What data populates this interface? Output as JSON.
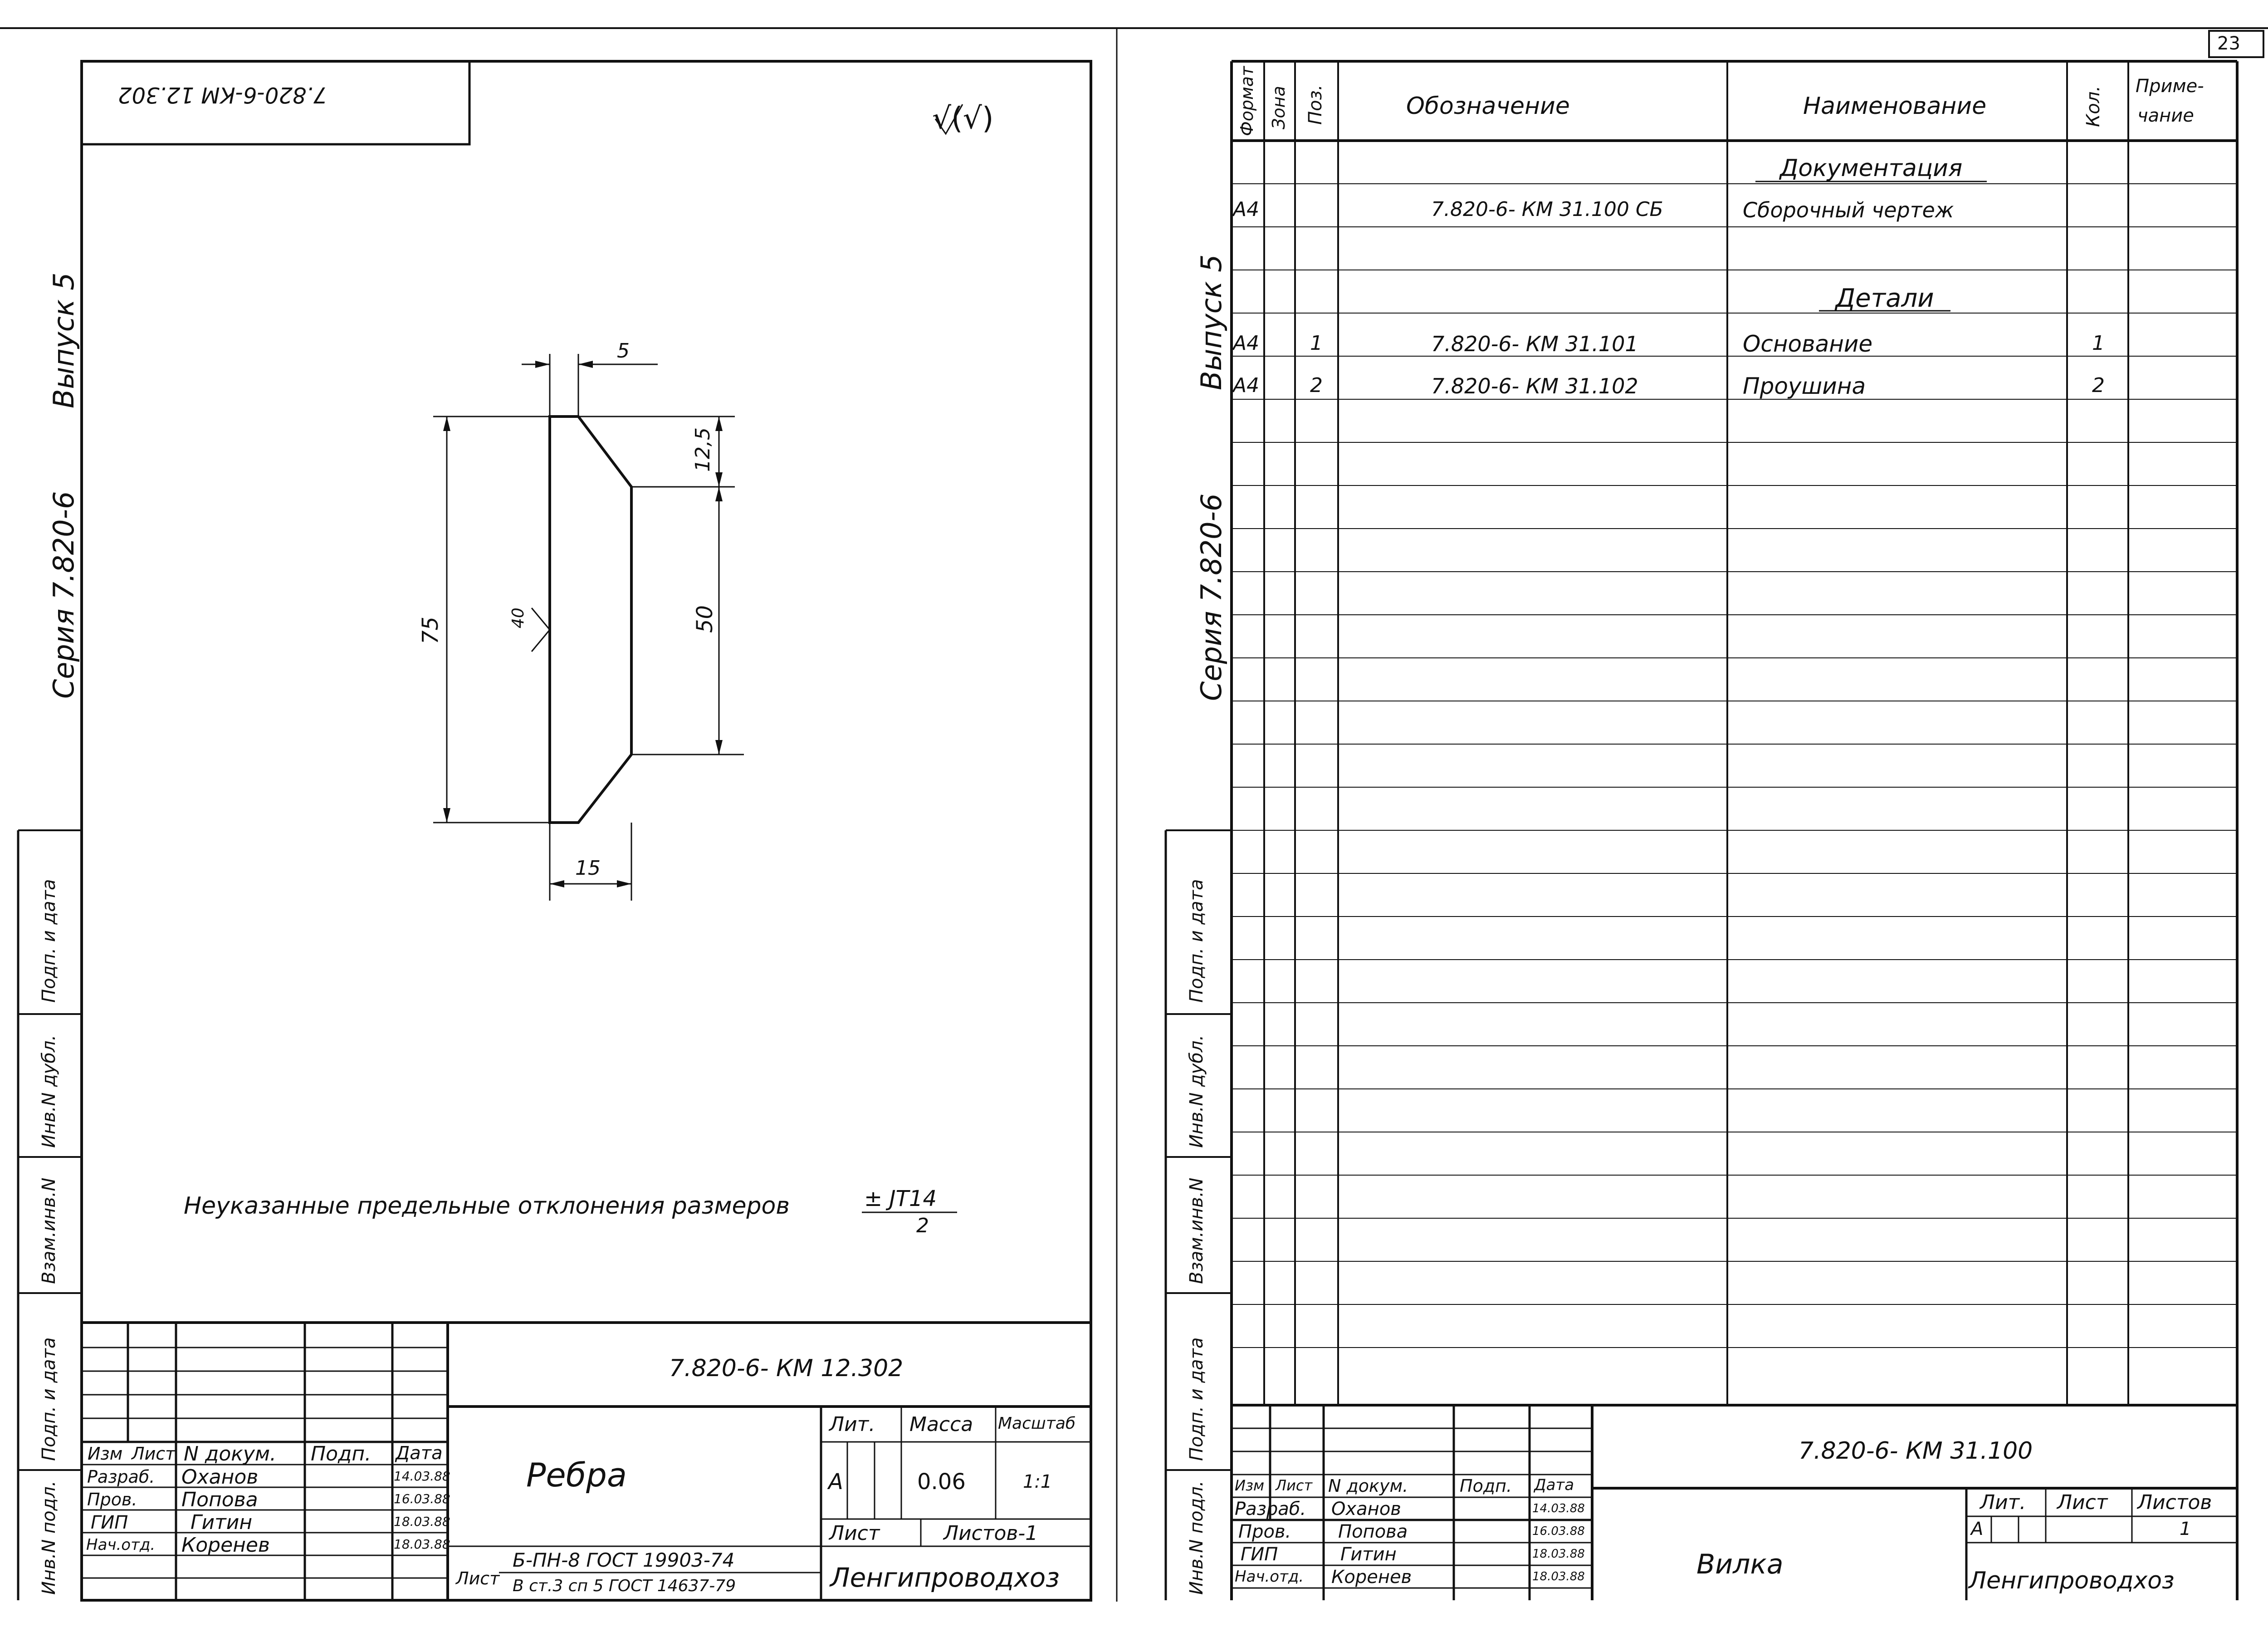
{
  "page_number": "23",
  "left_sheet": {
    "code_flipped": "7.820-6-КМ 12.302",
    "roughness_mark": "√(√)",
    "margin": {
      "series": "Серия 7.820-6",
      "issue": "Выпуск 5",
      "stamp_cols": [
        "Инв.N подл.",
        "Подп. и дата",
        "Взам.инв.N",
        "Инв.N дубл.",
        "Подп. и дата"
      ]
    },
    "dimensions": {
      "d5": "5",
      "d12_5": "12,5",
      "d75": "75",
      "d50": "50",
      "d15": "15",
      "r40": "40"
    },
    "note": "Неуказанные предельные отклонения размеров",
    "tol_num": "± JT14",
    "tol_den": "2",
    "title_block": {
      "code": "7.820-6- КМ 12.302",
      "title": "Ребра",
      "headers": [
        "Изм",
        "Лист",
        "N докум.",
        "Подп.",
        "Дата"
      ],
      "staff": [
        {
          "role": "Разраб.",
          "name": "Оханов",
          "date": "14.03.88"
        },
        {
          "role": "Пров.",
          "name": "Попова",
          "date": "16.03.88"
        },
        {
          "role": "ГИП",
          "name": "Гитин",
          "date": "18.03.88"
        },
        {
          "role": "Нач.отд.",
          "name": "Коренев",
          "date": "18.03.88"
        }
      ],
      "lit_label": "Лит.",
      "mass_label": "Масса",
      "scale_label": "Масштаб",
      "lit": "А",
      "mass": "0.06",
      "scale": "1:1",
      "sheet_label": "Лист",
      "sheets_label": "Листов-1",
      "material_label": "Лист",
      "material_top": "Б-ПН-8 ГОСТ 19903-74",
      "material_bottom": "В ст.3 сп 5 ГОСТ 14637-79",
      "org": "Ленгипроводхоз"
    }
  },
  "right_sheet": {
    "margin": {
      "series": "Серия 7.820-6",
      "issue": "Выпуск 5",
      "stamp_cols": [
        "Инв.N подл.",
        "Подп. и дата",
        "Взам.инв.N",
        "Инв.N дубл.",
        "Подп. и дата"
      ]
    },
    "spec_headers": {
      "format": "Формат",
      "zone": "Зона",
      "pos": "Поз.",
      "designation": "Обозначение",
      "name": "Наименование",
      "qty": "Кол.",
      "note_line1": "Приме-",
      "note_line2": "чание"
    },
    "section_docs": "Документация",
    "section_parts": "Детали",
    "rows": [
      {
        "format": "А4",
        "pos": "",
        "designation": "7.820-6- КМ 31.100 СБ",
        "name": "Сборочный чертеж",
        "qty": ""
      },
      {
        "format": "А4",
        "pos": "1",
        "designation": "7.820-6- КМ 31.101",
        "name": "Основание",
        "qty": "1"
      },
      {
        "format": "А4",
        "pos": "2",
        "designation": "7.820-6- КМ 31.102",
        "name": "Проушина",
        "qty": "2"
      }
    ],
    "title_block": {
      "code": "7.820-6- КМ 31.100",
      "title": "Вилка",
      "headers": [
        "Изм",
        "Лист",
        "N докум.",
        "Подп.",
        "Дата"
      ],
      "staff": [
        {
          "role": "Разраб.",
          "name": "Оханов",
          "date": "14.03.88"
        },
        {
          "role": "Пров.",
          "name": "Попова",
          "date": "16.03.88"
        },
        {
          "role": "ГИП",
          "name": "Гитин",
          "date": "18.03.88"
        },
        {
          "role": "Нач.отд.",
          "name": "Коренев",
          "date": "18.03.88"
        }
      ],
      "lit_label": "Лит.",
      "sheet_label": "Лист",
      "sheets_label": "Листов",
      "lit": "А",
      "sheets": "1",
      "org": "Ленгипроводхоз"
    }
  }
}
